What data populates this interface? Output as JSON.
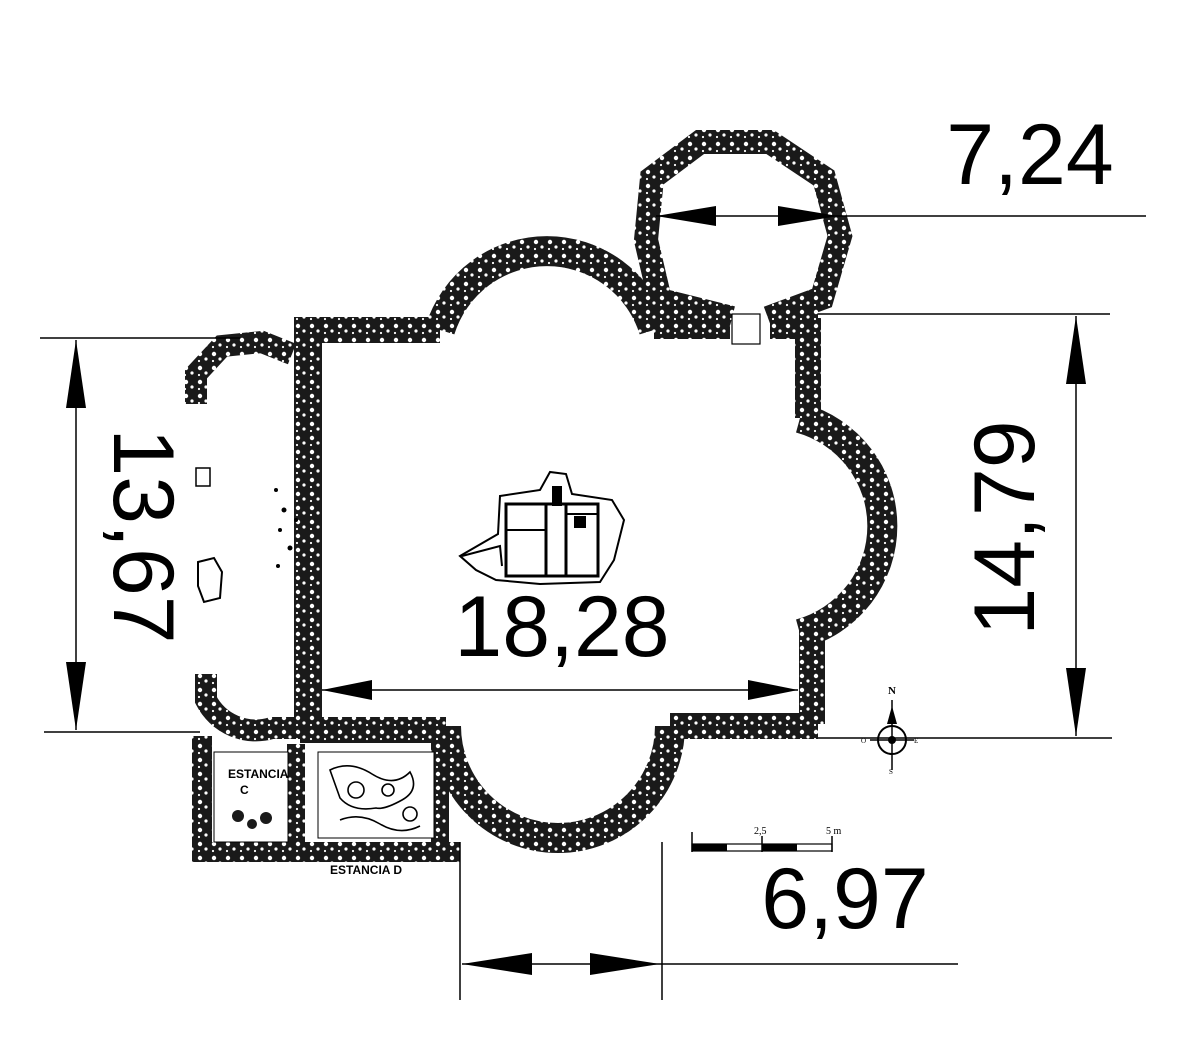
{
  "dimensions": {
    "octagon_width": "7,24",
    "east_height": "14,79",
    "west_height": "13,67",
    "nave_width": "18,28",
    "apse_width": "6,97"
  },
  "rooms": {
    "estancia_c_line1": "ESTANCIA",
    "estancia_c_line2": "C",
    "estancia_d": "ESTANCIA D"
  },
  "compass": {
    "n": "N",
    "s": "S",
    "e": "E",
    "o": "O"
  },
  "scale_bar": {
    "mid": "2,5",
    "end": "5 m"
  },
  "colors": {
    "ink": "#000000",
    "wall_fill": "#1e1e1e",
    "background": "#ffffff"
  }
}
